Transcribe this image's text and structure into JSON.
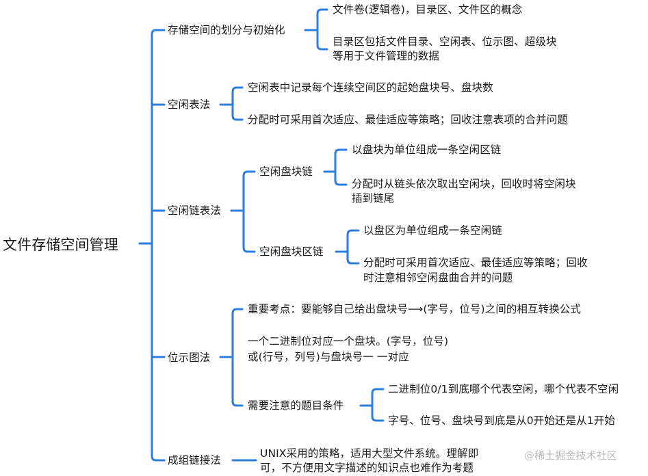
{
  "colors": {
    "connector": "#2b7de0",
    "text": "#1a1a1a"
  },
  "root": "文件存储空间管理",
  "branches": {
    "division": {
      "label": "存储空间的划分与初始化",
      "items": [
        [
          "文件卷(逻辑卷)，目录区、文件区的概念"
        ],
        [
          "目录区包括文件目录、空闲表、位示图、超级块",
          "等用于文件管理的数据"
        ]
      ]
    },
    "free_table": {
      "label": "空闲表法",
      "items": [
        [
          "空闲表中记录每个连续空间区的起始盘块号、盘块数"
        ],
        [
          "分配时可采用首次适应、最佳适应等策略；回收注意表项的合并问题"
        ]
      ]
    },
    "free_list": {
      "label": "空闲链表法",
      "block_chain": {
        "label": "空闲盘块链",
        "items": [
          [
            "以盘块为单位组成一条空闲区链"
          ],
          [
            "分配时从链头依次取出空闲块，回收时将空闲块",
            "插到链尾"
          ]
        ]
      },
      "extent_chain": {
        "label": "空闲盘块区链",
        "items": [
          [
            "以盘区为单位组成一条空闲链"
          ],
          [
            "分配时可采用首次适应、最佳适应等策略；回收",
            "时注意相邻空闲盘曲合并的问题"
          ]
        ]
      }
    },
    "bitmap": {
      "label": "位示图法",
      "items": [
        [
          "重要考点：要能够自己给出盘块号⟶(字号，位号)之间的相互转换公式"
        ],
        [
          "一个二进制位对应一个盘块。(字号，位号)",
          "或(行号，列号)与盘块号一 一对应"
        ]
      ],
      "conditions": {
        "label": "需要注意的题目条件",
        "items": [
          [
            "二进制位0/1到底哪个代表空闲，哪个代表不空闲"
          ],
          [
            "字号、位号、盘块号到底是从0开始还是从1开始"
          ]
        ]
      }
    },
    "grouped": {
      "label": "成组链接法",
      "items": [
        [
          "UNIX采用的策略，适用大型文件系统。理解即",
          "可，不方便用文字描述的知识点也难作为考题"
        ]
      ]
    }
  },
  "watermark": {
    "logo": "@",
    "text": "稀土掘金技术社区"
  }
}
